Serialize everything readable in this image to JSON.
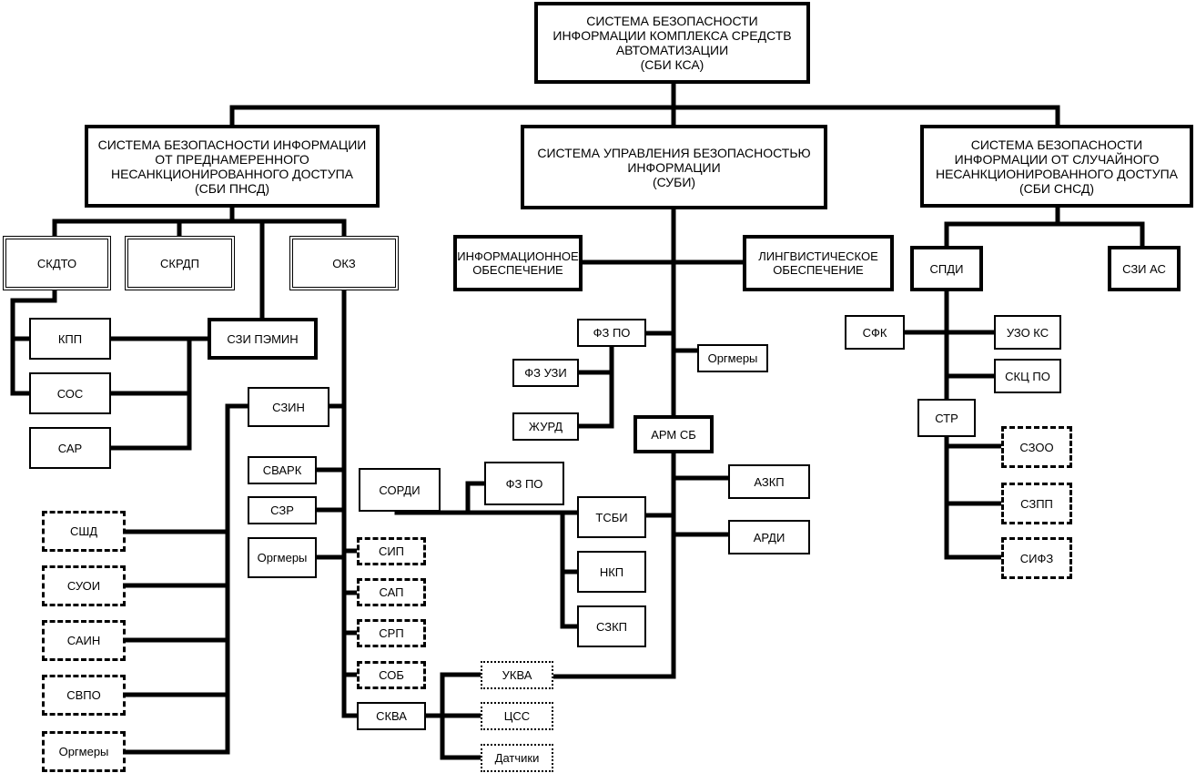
{
  "nodes": {
    "root": "СИСТЕМА БЕЗОПАСНОСТИ\nИНФОРМАЦИИ КОМПЛЕКСА СРЕДСТВ\nАВТОМАТИЗАЦИИ\n(СБИ КСА)",
    "pnsd": "СИСТЕМА БЕЗОПАСНОСТИ ИНФОРМАЦИИ\nОТ ПРЕДНАМЕРЕННОГО\nНЕСАНКЦИОНИРОВАННОГО ДОСТУПА\n(СБИ ПНСД)",
    "subi": "СИСТЕМА УПРАВЛЕНИЯ БЕЗОПАСНОСТЬЮ\nИНФОРМАЦИИ\n(СУБИ)",
    "snsd": "СИСТЕМА БЕЗОПАСНОСТИ\nИНФОРМАЦИИ ОТ СЛУЧАЙНОГО\nНЕСАНКЦИОНИРОВАННОГО ДОСТУПА\n(СБИ СНСД)",
    "skdto": "СКДТО",
    "skrdp": "СКРДП",
    "okz": "ОКЗ",
    "kpp": "КПП",
    "sos": "СОС",
    "sar": "САР",
    "szi_pemin": "СЗИ ПЭМИН",
    "szin": "СЗИН",
    "svark": "СВАРК",
    "szr": "СЗР",
    "orgmery_okz": "Оргмеры",
    "sip": "СИП",
    "sap": "САП",
    "srp": "СРП",
    "sob": "СОБ",
    "skva": "СКВА",
    "sshd": "СШД",
    "suoi": "СУОИ",
    "sain": "САИН",
    "svpo": "СВПО",
    "orgmery_szin": "Оргмеры",
    "info_obesp": "ИНФОРМАЦИОННОЕ\nОБЕСПЕЧЕНИЕ",
    "ling_obesp": "ЛИНГВИСТИЧЕСКОЕ\nОБЕСПЕЧЕНИЕ",
    "fz_po_top": "ФЗ ПО",
    "orgmery_subi": "Оргмеры",
    "fz_uzi": "ФЗ УЗИ",
    "zhurd": "ЖУРД",
    "arm_sb": "АРМ СБ",
    "sordi": "СОРДИ",
    "fz_po_mid": "ФЗ ПО",
    "tsbi": "ТСБИ",
    "nkp": "НКП",
    "szkp": "СЗКП",
    "azkp": "АЗКП",
    "ardi": "АРДИ",
    "ukva": "УКВА",
    "tss": "ЦСС",
    "datchiki": "Датчики",
    "spdi": "СПДИ",
    "szi_as": "СЗИ АС",
    "sfk": "СФК",
    "uzo_ks": "УЗО КС",
    "skc_po": "СКЦ ПО",
    "str": "СТР",
    "szoo": "СЗОО",
    "szpp": "СЗПП",
    "sifz": "СИФЗ"
  }
}
